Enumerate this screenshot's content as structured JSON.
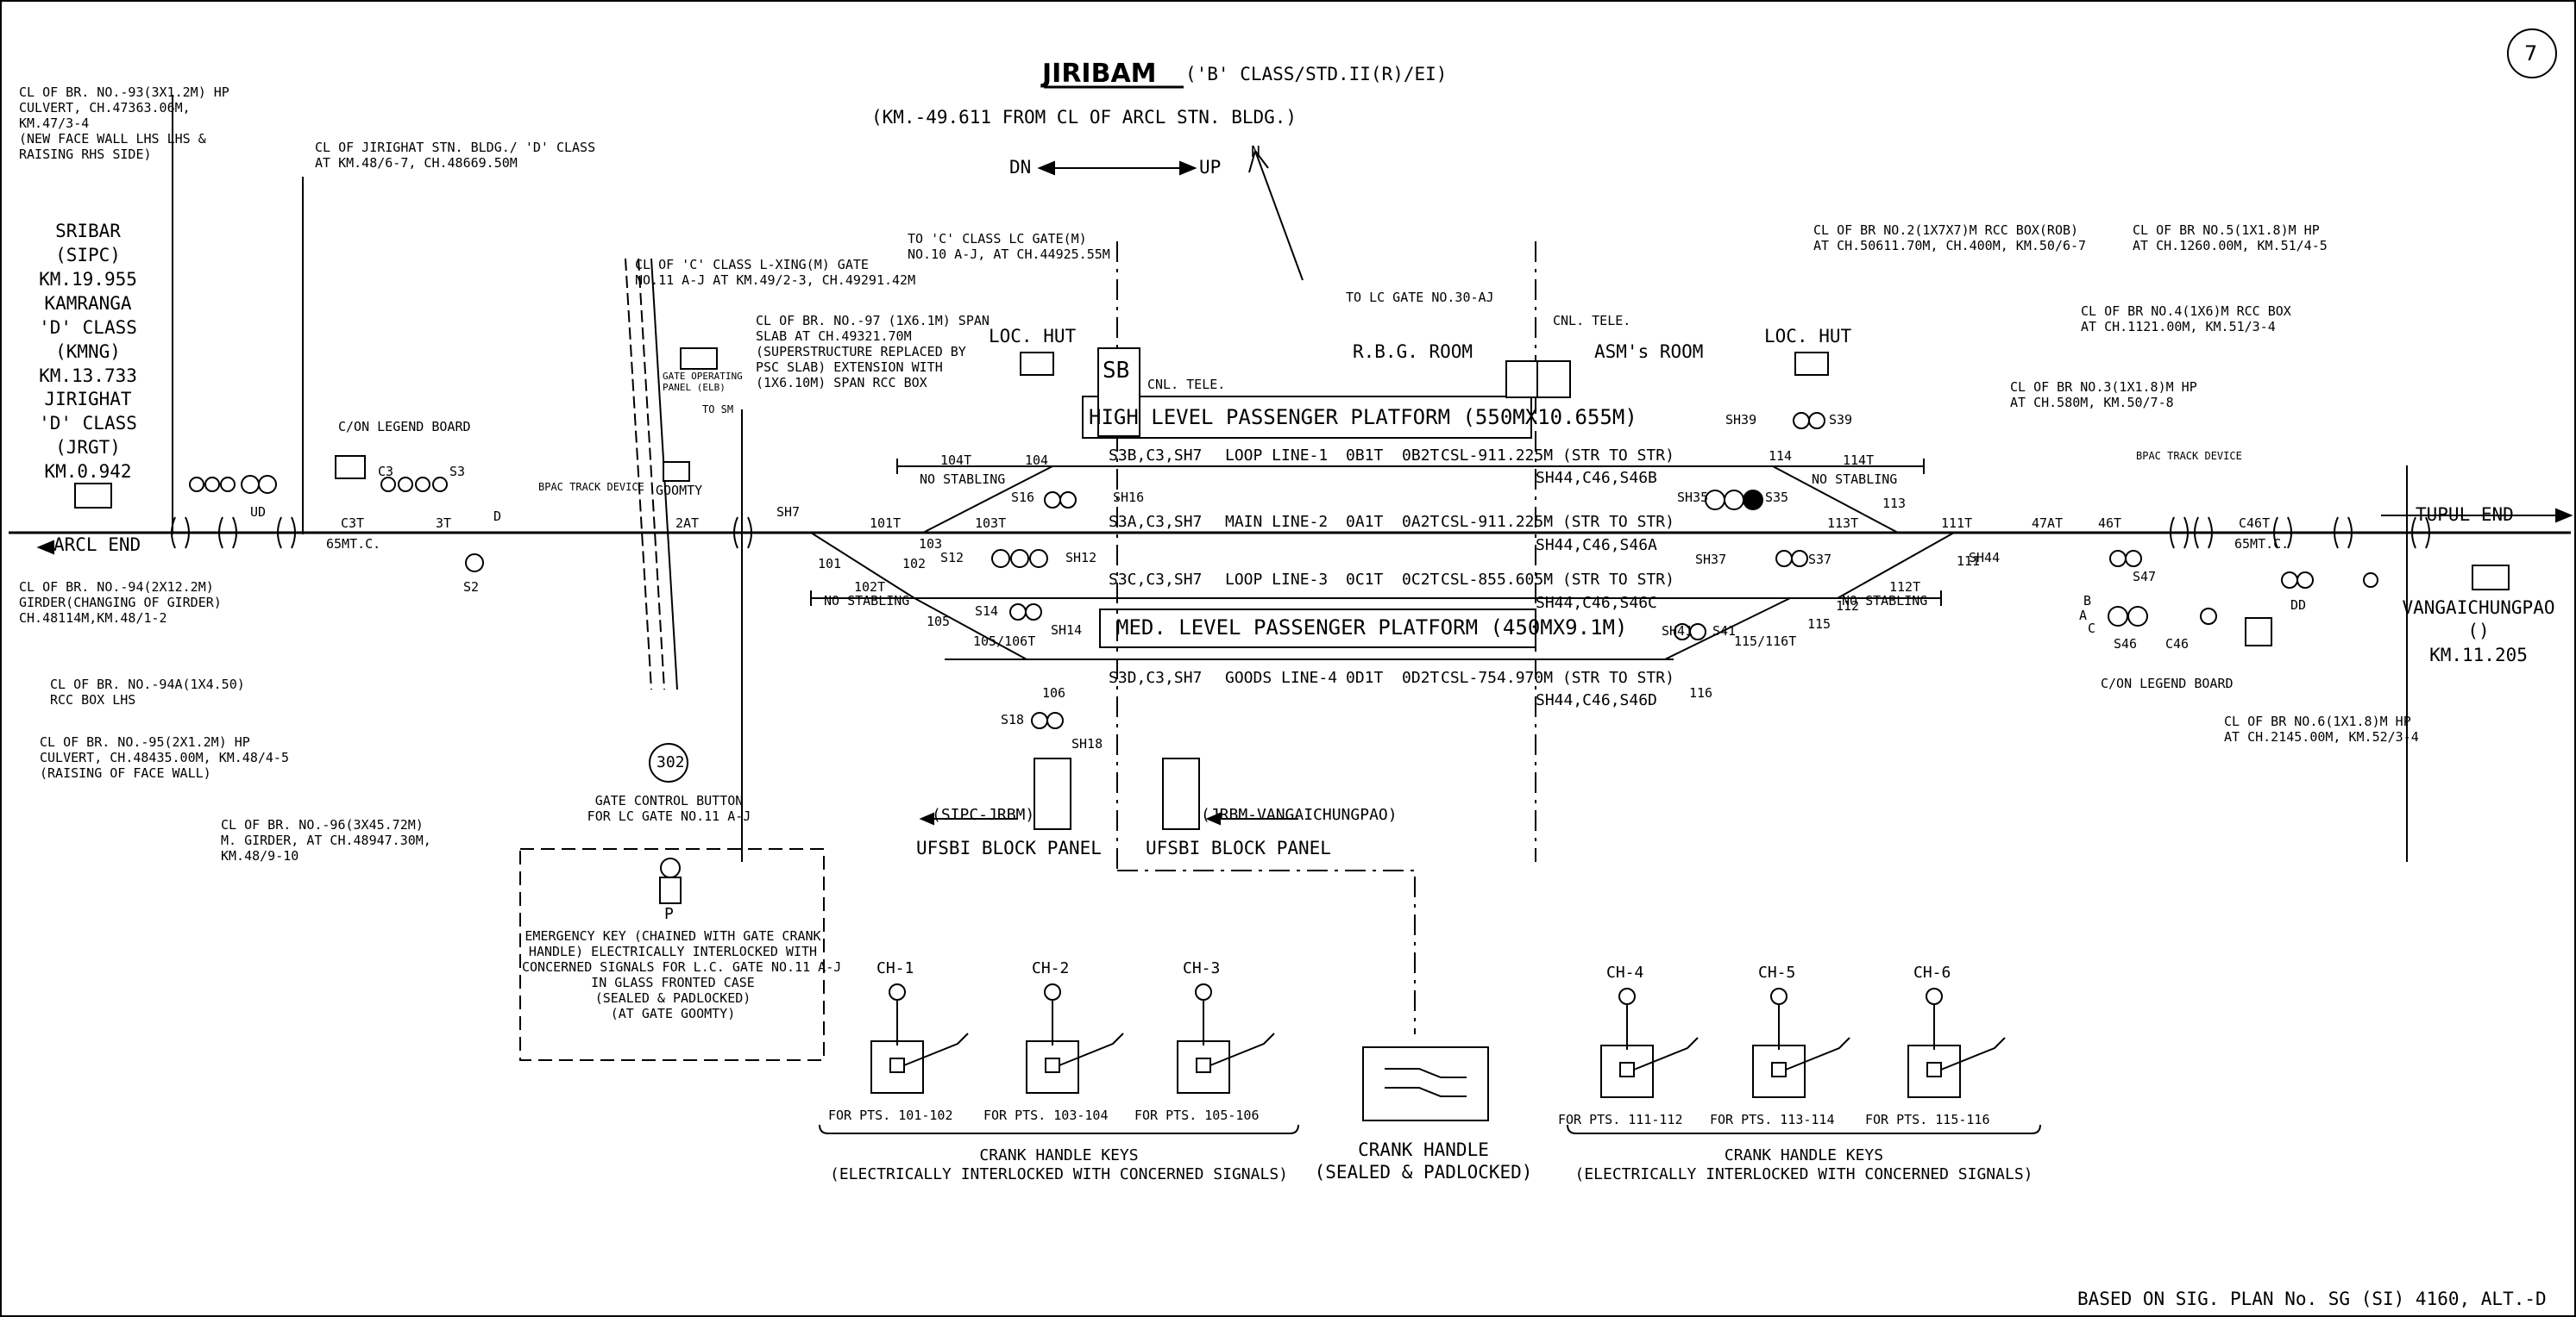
{
  "title": {
    "name": "JIRIBAM",
    "class_text": "('B' CLASS/STD.II(R)/EI)",
    "km_text": "(KM.-49.611 FROM CL OF ARCL STN. BLDG.)",
    "sheet_no": "7",
    "direction_dn": "DN",
    "direction_up": "UP",
    "north": "N"
  },
  "left_notes": {
    "br93": [
      "CL OF BR. NO.-93(3X1.2M) HP",
      "CULVERT, CH.47363.06M,",
      "KM.47/3-4",
      "(NEW FACE WALL LHS LHS &",
      "RAISING RHS SIDE)"
    ],
    "jirighat": [
      "CL OF JIRIGHAT STN. BLDG./ 'D' CLASS",
      "AT KM.48/6-7, CH.48669.50M"
    ],
    "stations": [
      "SRIBAR",
      "(SIPC)",
      "KM.19.955",
      "KAMRANGA",
      "'D' CLASS",
      "(KMNG)",
      "KM.13.733",
      "JIRIGHAT",
      "'D' CLASS",
      "(JRGT)",
      "KM.0.942"
    ],
    "arcl_end": "ARCL END",
    "br94": [
      "CL OF BR. NO.-94(2X12.2M)",
      "GIRDER(CHANGING OF GIRDER)",
      "CH.48114M,KM.48/1-2"
    ],
    "br94a": [
      "CL OF BR. NO.-94A(1X4.50)",
      "RCC BOX LHS"
    ],
    "br95": [
      "CL OF BR. NO.-95(2X1.2M) HP",
      "CULVERT, CH.48435.00M, KM.48/4-5",
      "(RAISING OF FACE WALL)"
    ],
    "br96": [
      "CL OF BR. NO.-96(3X45.72M)",
      "M. GIRDER, AT CH.48947.30M,",
      "KM.48/9-10"
    ],
    "c_on_legend": "C/ON LEGEND BOARD",
    "lxing": [
      "CL OF 'C' CLASS L-XING(M) GATE",
      "NO.11 A-J AT KM.49/2-3, CH.49291.42M"
    ],
    "br97": [
      "CL OF BR. NO.-97 (1X6.1M) SPAN",
      "SLAB AT CH.49321.70M",
      "(SUPERSTRUCTURE REPLACED BY",
      "PSC SLAB) EXTENSION WITH",
      "(1X6.10M) SPAN RCC BOX"
    ],
    "to_c_class": [
      "TO 'C' CLASS LC GATE(M)",
      "NO.10 A-J, AT CH.44925.55M"
    ],
    "gate_panel": [
      "GATE OPERATING",
      "PANEL (ELB)"
    ],
    "to_sm": "TO SM",
    "goomty": "GOOMTY",
    "bpac": "BPAC TRACK DEVICE",
    "gate_button_no": "302",
    "gate_button": [
      "GATE CONTROL BUTTON",
      "FOR LC GATE NO.11 A-J"
    ],
    "emergency_key_p": "P",
    "emergency_key": [
      "EMERGENCY KEY (CHAINED WITH GATE CRANK",
      "HANDLE) ELECTRICALLY INTERLOCKED WITH",
      "CONCERNED SIGNALS FOR L.C. GATE NO.11 A-J",
      "IN GLASS FRONTED CASE",
      "(SEALED & PADLOCKED)",
      "(AT GATE GOOMTY)"
    ]
  },
  "center": {
    "loc_hut": "LOC. HUT",
    "sb": "SB",
    "cnl_tele": "CNL. TELE.",
    "to_lc_gate30": "TO LC GATE NO.30-AJ",
    "rbg_room": "R.B.G. ROOM",
    "asm_room": "ASM's ROOM",
    "hl_platform": "HIGH LEVEL PASSENGER PLATFORM (550MX10.655M)",
    "ml_platform": "MED. LEVEL PASSENGER PLATFORM (450MX9.1M)",
    "lines": [
      {
        "route": "S3B,C3,SH7",
        "name": "LOOP LINE-1",
        "tracks": "0B1T  0B2T",
        "csl": "CSL-911.225M (STR TO STR)",
        "route_back": "SH44,C46,S46B"
      },
      {
        "route": "S3A,C3,SH7",
        "name": "MAIN LINE-2",
        "tracks": "0A1T  0A2T",
        "csl": "CSL-911.225M (STR TO STR)",
        "route_back": "SH44,C46,S46A"
      },
      {
        "route": "S3C,C3,SH7",
        "name": "LOOP LINE-3",
        "tracks": "0C1T  0C2T",
        "csl": "CSL-855.605M (STR TO STR)",
        "route_back": "SH44,C46,S46C"
      },
      {
        "route": "S3D,C3,SH7",
        "name": "GOODS LINE-4",
        "tracks": "0D1T  0D2T",
        "csl": "CSL-754.970M (STR TO STR)",
        "route_back": "SH44,C46,S46D"
      }
    ],
    "no_stabling": "NO STABLING",
    "block_panel": "UFSBI BLOCK PANEL",
    "sipc_jrbm": "(SIPC-JRBM)",
    "jrbm_vang": "(JRBM-VANGAICHUNGPAO)"
  },
  "labels": {
    "tracks": [
      "UD",
      "C3T",
      "65MT.C.",
      "3T",
      "2AT",
      "101T",
      "103T",
      "104T",
      "102T",
      "105/106T",
      "114T",
      "113T",
      "111T",
      "112T",
      "115/116T",
      "47AT",
      "46T",
      "C46T",
      "65MT.C."
    ],
    "points": [
      "101",
      "102",
      "103",
      "104",
      "105",
      "106",
      "111",
      "112",
      "113",
      "114",
      "115",
      "116"
    ],
    "signals": [
      "C3",
      "S3",
      "S2",
      "SH7",
      "S16",
      "SH16",
      "S12",
      "SH12",
      "S14",
      "SH14",
      "S18",
      "SH18",
      "SH39",
      "S39",
      "SH35",
      "S35",
      "SH37",
      "S37",
      "S41",
      "SH41",
      "SH44",
      "S47",
      "S46",
      "C46",
      "DD",
      "A",
      "B",
      "C",
      "D"
    ]
  },
  "right_notes": {
    "br2": [
      "CL OF BR NO.2(1X7X7)M RCC BOX(ROB)",
      "AT CH.50611.70M, CH.400M, KM.50/6-7"
    ],
    "br5": [
      "CL OF BR NO.5(1X1.8)M HP",
      "AT CH.1260.00M, KM.51/4-5"
    ],
    "br4": [
      "CL OF BR NO.4(1X6)M RCC BOX",
      "AT CH.1121.00M, KM.51/3-4"
    ],
    "br3": [
      "CL OF BR NO.3(1X1.8)M HP",
      "AT CH.580M, KM.50/7-8"
    ],
    "bpac": "BPAC TRACK DEVICE",
    "tupul_end": "TUPUL END",
    "vangai": [
      "VANGAICHUNGPAO",
      "()",
      "KM.11.205"
    ],
    "c_on_legend": "C/ON LEGEND BOARD",
    "br6": [
      "CL OF BR NO.6(1X1.8)M HP",
      "AT CH.2145.00M, KM.52/3-4"
    ]
  },
  "crank": {
    "left": [
      {
        "ch": "CH-1",
        "for": "FOR PTS. 101-102"
      },
      {
        "ch": "CH-2",
        "for": "FOR PTS. 103-104"
      },
      {
        "ch": "CH-3",
        "for": "FOR PTS. 105-106"
      }
    ],
    "right": [
      {
        "ch": "CH-4",
        "for": "FOR PTS. 111-112"
      },
      {
        "ch": "CH-5",
        "for": "FOR PTS. 113-114"
      },
      {
        "ch": "CH-6",
        "for": "FOR PTS. 115-116"
      }
    ],
    "keys_title": "CRANK HANDLE KEYS",
    "keys_note": "(ELECTRICALLY INTERLOCKED WITH CONCERNED SIGNALS)",
    "handle_title": "CRANK HANDLE",
    "handle_note": "(SEALED & PADLOCKED)"
  },
  "footer": "BASED ON SIG. PLAN No. SG (SI) 4160, ALT.-D"
}
